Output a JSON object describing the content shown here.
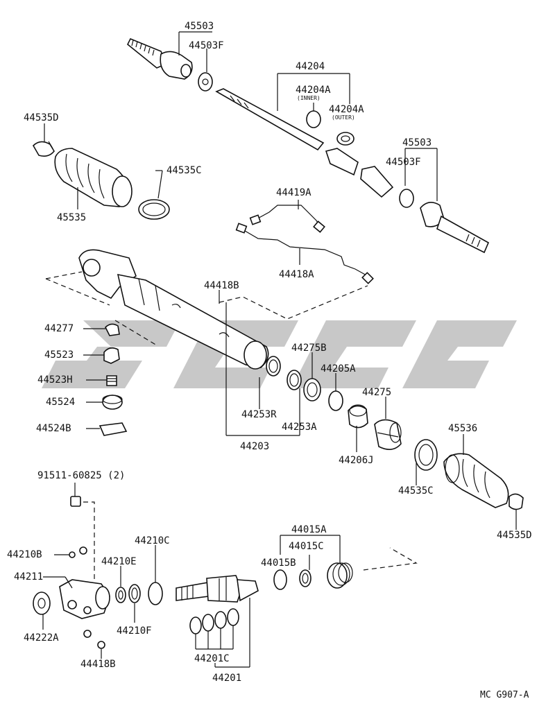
{
  "diagram": {
    "footer_code": "MC G907-A",
    "labels": {
      "p45503_top": "45503",
      "p44503F_top": "44503F",
      "p44204": "44204",
      "p44204A_inner": "44204A",
      "inner_note": "(INNER)",
      "p44204A_outer": "44204A",
      "outer_note": "(OUTER)",
      "p44535D_top": "44535D",
      "p44535C_top": "44535C",
      "p45535": "45535",
      "p45503_right": "45503",
      "p44503F_right": "44503F",
      "p44419A": "44419A",
      "p44418A": "44418A",
      "p44418B": "44418B",
      "p44277": "44277",
      "p45523": "45523",
      "p44523H": "44523H",
      "p45524": "45524",
      "p44524B": "44524B",
      "p44275B": "44275B",
      "p44205A": "44205A",
      "p44253R": "44253R",
      "p44253A": "44253A",
      "p44203": "44203",
      "p44275": "44275",
      "p44206J": "44206J",
      "p45536": "45536",
      "p44535C_bottom": "44535C",
      "p44535D_bottom": "44535D",
      "p91511": "91511-60825 (2)",
      "p44210C": "44210C",
      "p44210B": "44210B",
      "p44210E": "44210E",
      "p44211": "44211",
      "p44210F": "44210F",
      "p44222A": "44222A",
      "p44418B_bottom": "44418B",
      "p44015A": "44015A",
      "p44015C": "44015C",
      "p44015B": "44015B",
      "p44201C": "44201C",
      "p44201": "44201"
    }
  }
}
